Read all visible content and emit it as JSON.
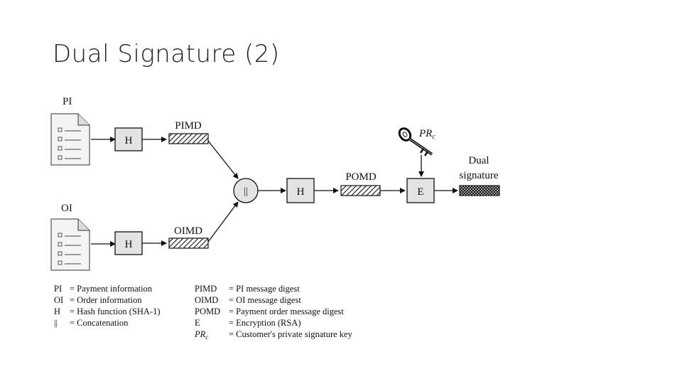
{
  "title": "Dual Signature (2)",
  "diagram": {
    "nodes": {
      "pi_label": "PI",
      "oi_label": "OI",
      "hash_pi": "H",
      "hash_oi": "H",
      "hash_concat": "H",
      "concat": "||",
      "encrypt": "E",
      "pimd": "PIMD",
      "oimd": "OIMD",
      "pomd": "POMD",
      "key_main": "PR",
      "key_sub": "c",
      "dual_line1": "Dual",
      "dual_line2": "signature"
    },
    "legend": {
      "left": [
        {
          "term": "PI",
          "def": "= Payment information"
        },
        {
          "term": "OI",
          "def": "= Order information"
        },
        {
          "term": "H",
          "def": "= Hash function (SHA-1)"
        },
        {
          "term": "||",
          "def": "= Concatenation"
        }
      ],
      "right": [
        {
          "term": "PIMD",
          "def": "= PI message digest"
        },
        {
          "term": "OIMD",
          "def": "= OI message digest"
        },
        {
          "term": "POMD",
          "def": "= Payment order message digest"
        },
        {
          "term": "E",
          "def": "= Encryption (RSA)"
        },
        {
          "term_main": "PR",
          "term_sub": "c",
          "def": "= Customer's private signature key"
        }
      ]
    }
  }
}
